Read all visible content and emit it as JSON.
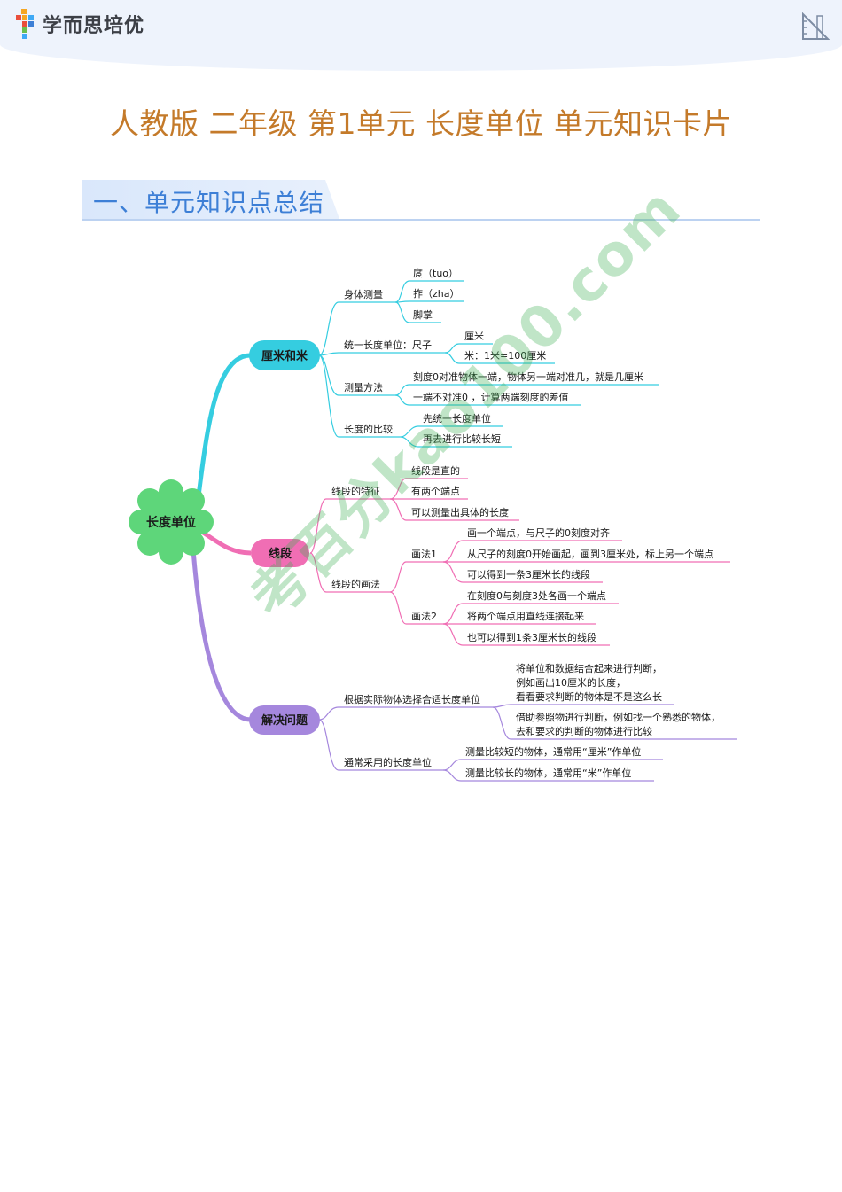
{
  "header": {
    "brand_name": "学而思培优",
    "corner_icon": "ruler-triangle-icon"
  },
  "document": {
    "title": "人教版 二年级 第1单元 长度单位 单元知识卡片",
    "section_title": "一、单元知识点总结"
  },
  "mindmap": {
    "root": "长度单位",
    "branches": {
      "cm_m": {
        "label": "厘米和米",
        "body_measure": "身体测量",
        "tuo": "庹（tuo）",
        "zha": "拃（zha）",
        "jiaozhang": "脚掌",
        "unified_unit": "统一长度单位：尺子",
        "limi": "厘米",
        "mi_eq": "米：1米=100厘米",
        "method": "测量方法",
        "method_a": "刻度0对准物体一端，物体另一端对准几，就是几厘米",
        "method_b": "一端不对准0 ，计算两端刻度的差值",
        "compare": "长度的比较",
        "compare_a": "先统一长度单位",
        "compare_b": "再去进行比较长短"
      },
      "segment": {
        "label": "线段",
        "features": "线段的特征",
        "feat_a": "线段是直的",
        "feat_b": "有两个端点",
        "feat_c": "可以测量出具体的长度",
        "drawing": "线段的画法",
        "method1": "画法1",
        "m1_a": "画一个端点，与尺子的0刻度对齐",
        "m1_b": "从尺子的刻度0开始画起，画到3厘米处，标上另一个端点",
        "m1_c": "可以得到一条3厘米长的线段",
        "method2": "画法2",
        "m2_a": "在刻度0与刻度3处各画一个端点",
        "m2_b": "将两个端点用直线连接起来",
        "m2_c": "也可以得到1条3厘米长的线段"
      },
      "solve": {
        "label": "解决问题",
        "choose": "根据实际物体选择合适长度单位",
        "choose_a1": "将单位和数据结合起来进行判断，",
        "choose_a2": "例如画出10厘米的长度，",
        "choose_a3": "看看要求判断的物体是不是这么长",
        "choose_b1": "借助参照物进行判断，例如找一个熟悉的物体，",
        "choose_b2": "去和要求的判断的物体进行比较",
        "common": "通常采用的长度单位",
        "common_a": "测量比较短的物体，通常用“厘米”作单位",
        "common_b": "测量比较长的物体，通常用“米”作单位"
      }
    }
  },
  "watermark": "考百分kao100.com",
  "colors": {
    "title": "#c47a2a",
    "section": "#3d7fd6",
    "branch_cyan": "#35cde0",
    "branch_pink": "#f06eb4",
    "branch_purple": "#a587dd",
    "root_green": "#5ed67a"
  }
}
